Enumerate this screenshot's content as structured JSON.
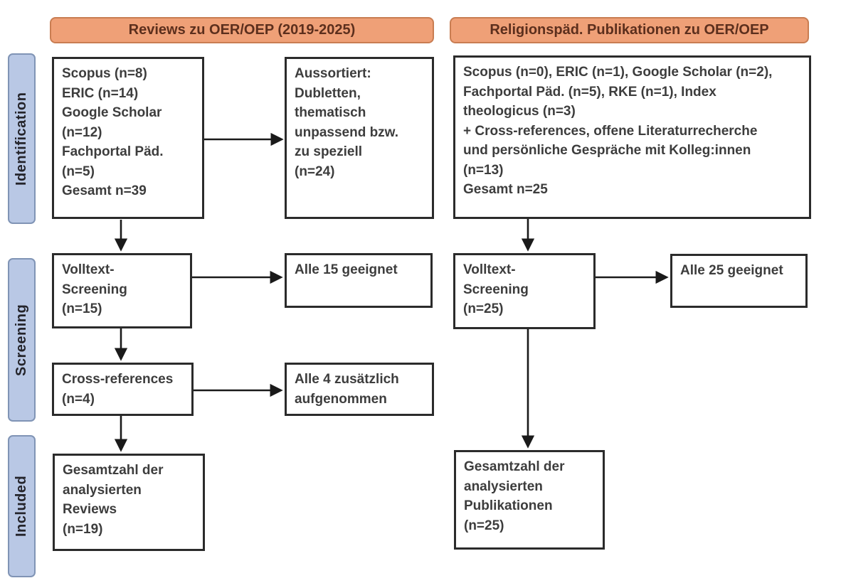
{
  "diagram": {
    "headers": {
      "left": "Reviews zu OER/OEP (2019-2025)",
      "right": "Religionspäd. Publikationen zu OER/OEP"
    },
    "stages": {
      "identification": "Identification",
      "screening": "Screening",
      "included": "Included"
    },
    "boxes": {
      "left_id": "Scopus (n=8)\nERIC (n=14)\nGoogle Scholar\n(n=12)\nFachportal Päd.\n(n=5)\nGesamt n=39",
      "aussortiert": "Aussortiert:\nDubletten,\nthematisch\nunpassend bzw.\nzu speziell\n(n=24)",
      "right_id": "Scopus (n=0), ERIC (n=1), Google Scholar (n=2),\nFachportal Päd. (n=5), RKE (n=1), Index\ntheologicus (n=3)\n+ Cross-references, offene Literaturrecherche\nund persönliche Gespräche mit Kolleg:innen\n(n=13)\nGesamt n=25",
      "left_volltext": "Volltext-\nScreening\n(n=15)",
      "alle15": "Alle 15 geeignet",
      "right_volltext": "Volltext-\nScreening\n(n=25)",
      "alle25": "Alle 25 geeignet",
      "crossref": "Cross-references\n(n=4)",
      "alle4": "Alle 4 zusätzlich\naufgenommen",
      "left_final": "Gesamtzahl der\nanalysierten\nReviews\n(n=19)",
      "right_final": "Gesamtzahl der\nanalysierten\nPublikationen\n(n=25)"
    }
  },
  "colors": {
    "header_fill": "#efa077",
    "header_border": "#c97d52",
    "header_text": "#5c2f1d",
    "stage_fill": "#b9c8e5",
    "stage_border": "#8094b5",
    "box_border": "#2b2b2b",
    "box_text": "#3d3d3d",
    "arrow": "#1a1a1a"
  }
}
